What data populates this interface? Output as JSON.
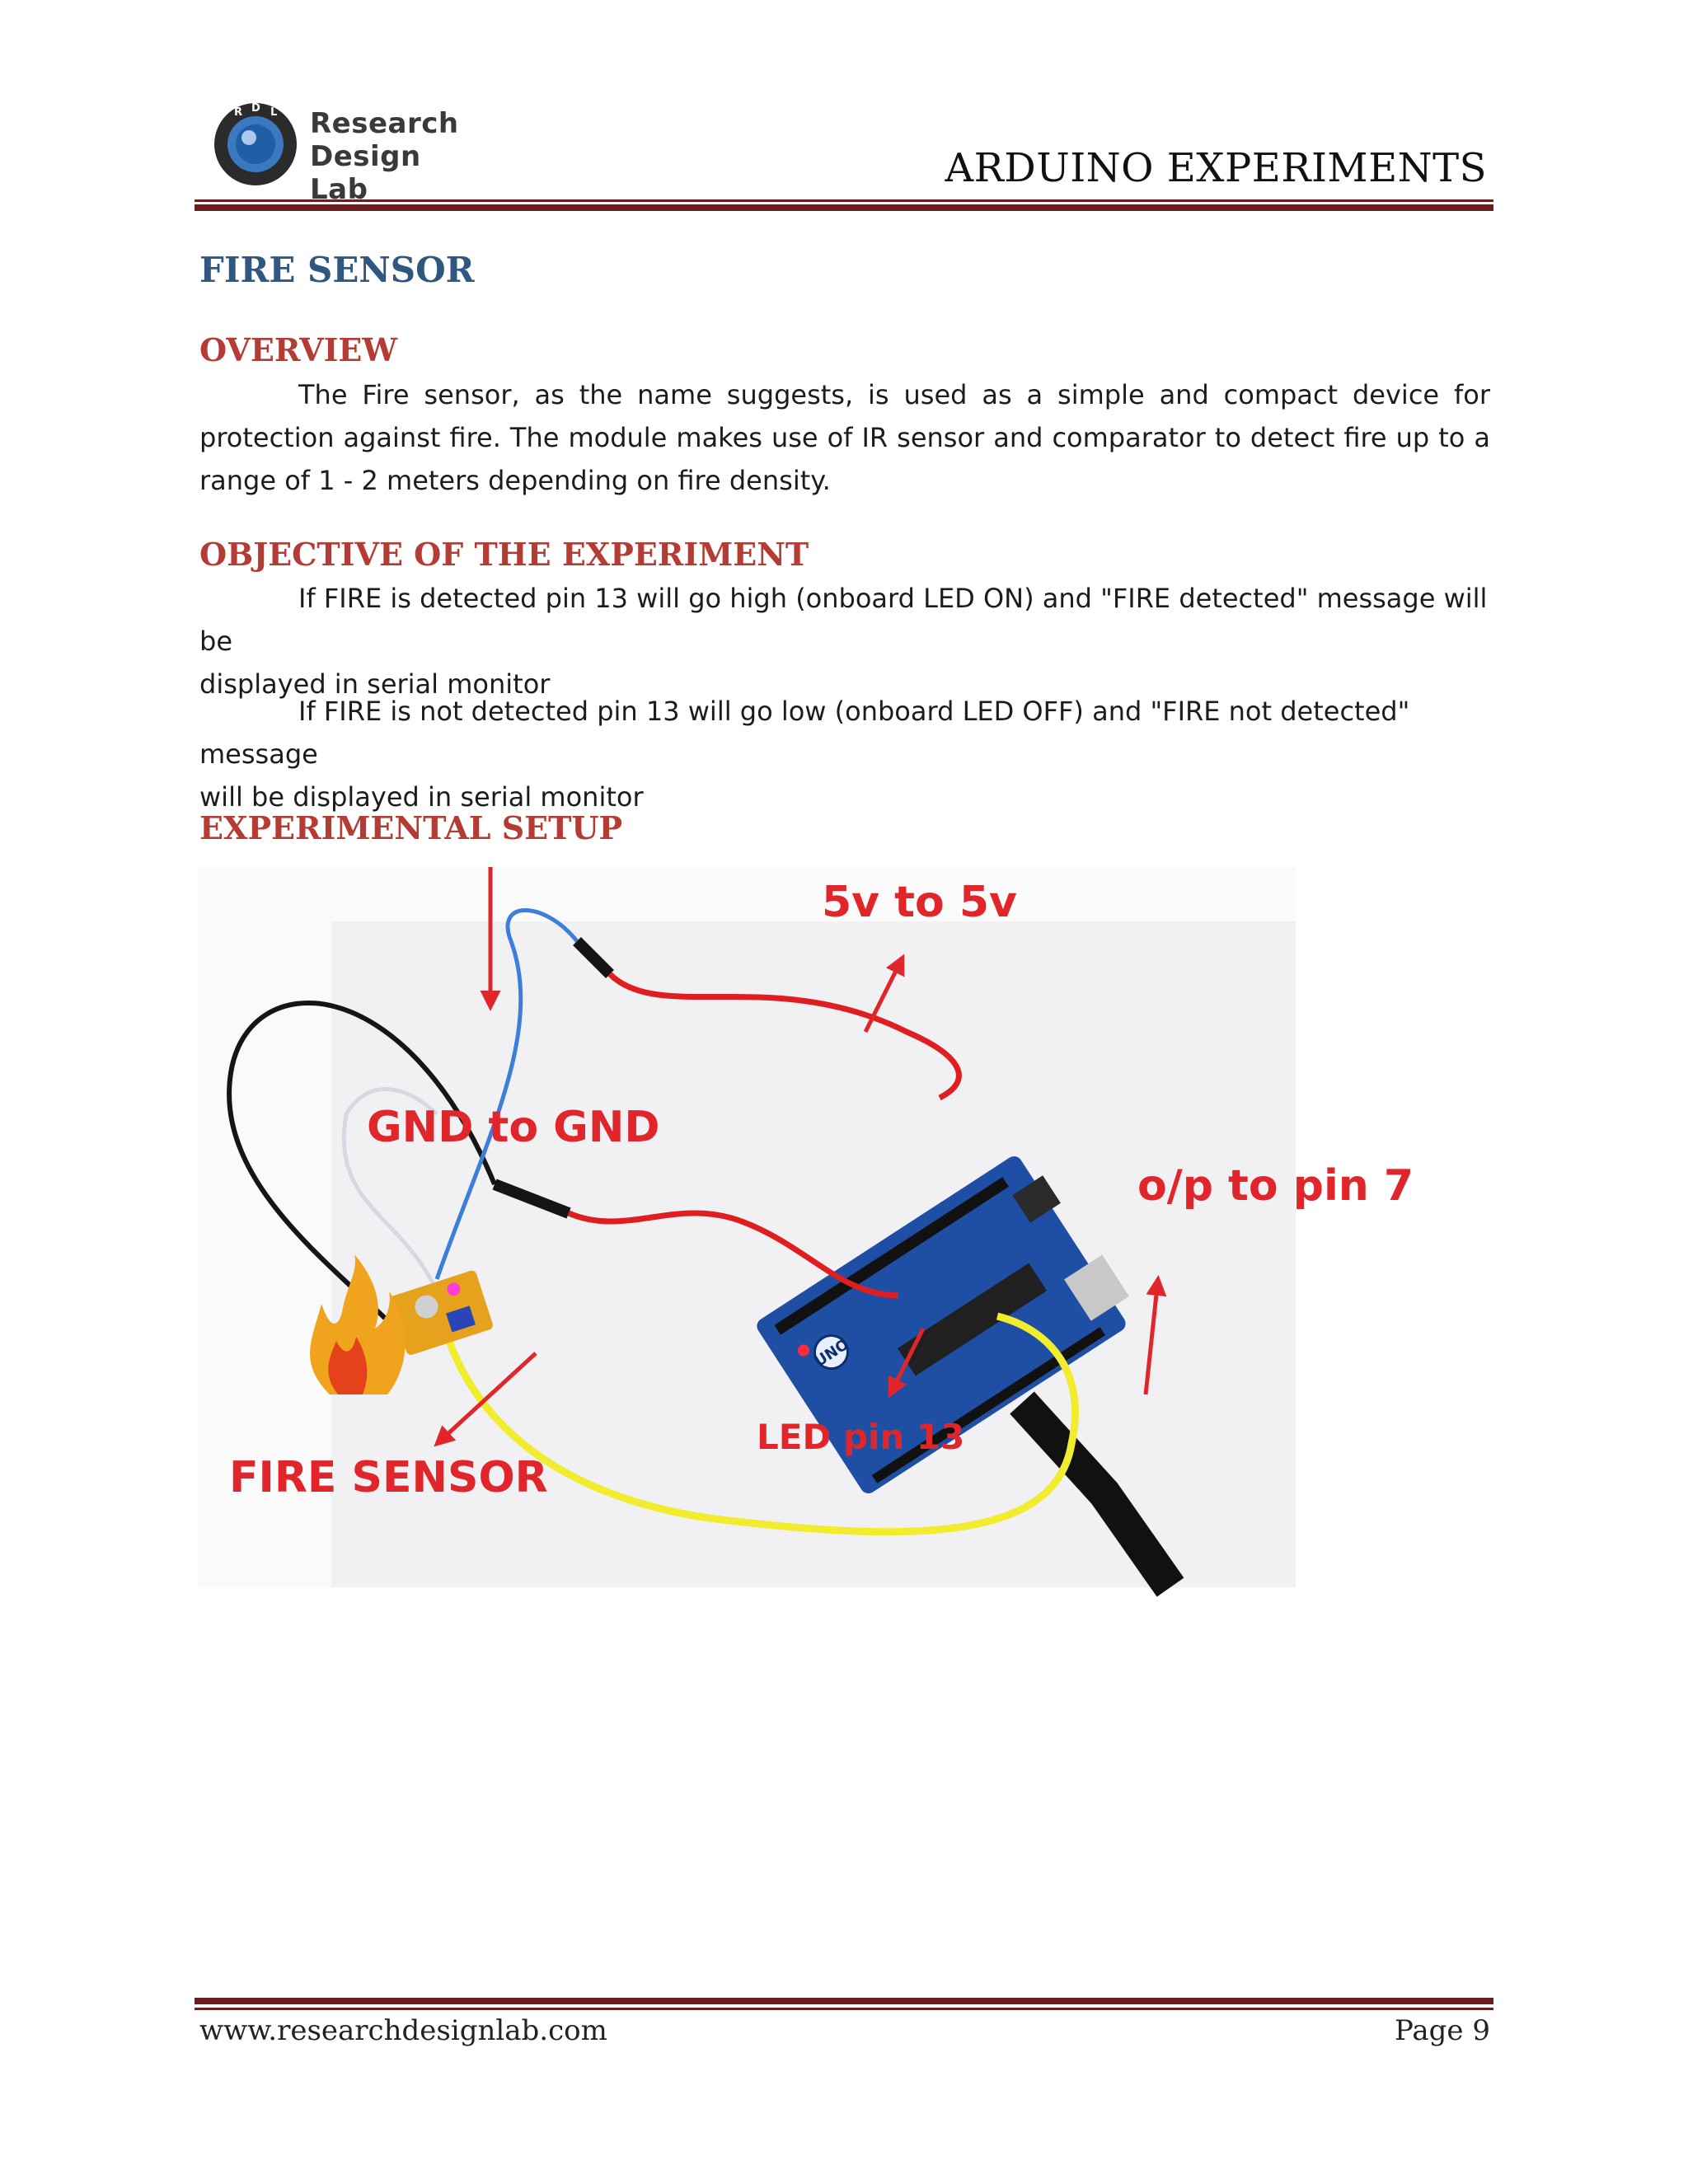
{
  "header": {
    "logo": {
      "line1": "Research",
      "line2": "Design Lab",
      "emblem_letters": [
        "R",
        "D",
        "L"
      ]
    },
    "title": "ARDUINO EXPERIMENTS"
  },
  "page_title": "FIRE SENSOR",
  "sections": {
    "overview": {
      "heading": "OVERVIEW",
      "text": "The Fire sensor, as the name suggests, is used as a simple and compact device for protection against fire. The module makes use of IR sensor and comparator to detect fire up to a range of 1 - 2 meters depending on fire density."
    },
    "objective": {
      "heading": "OBJECTIVE OF THE EXPERIMENT",
      "para1_line1": "If FIRE is detected pin 13 will go high (onboard LED ON) and \"FIRE detected\" message will be",
      "para1_line2": "displayed in serial monitor",
      "para2_line1": "If FIRE is not detected pin 13 will go low (onboard LED OFF) and \"FIRE not detected\" message",
      "para2_line2": "will be displayed in serial monitor"
    },
    "setup": {
      "heading": "EXPERIMENTAL SETUP",
      "photo_labels": {
        "gnd": "GND to GND",
        "vcc": "5v to 5v",
        "output": "o/p to pin 7",
        "led": "LED pin 13",
        "sensor": "FIRE SENSOR",
        "board_logo": "UNO"
      }
    }
  },
  "footer": {
    "url": "www.researchdesignlab.com",
    "page": "Page 9"
  },
  "colors": {
    "rule": "#6b2020",
    "heading_blue": "#2f5780",
    "heading_red": "#b53c34",
    "annotation_red": "#e0262b",
    "wire_yellow": "#f2ec2e",
    "board_blue": "#1f4fa5"
  }
}
